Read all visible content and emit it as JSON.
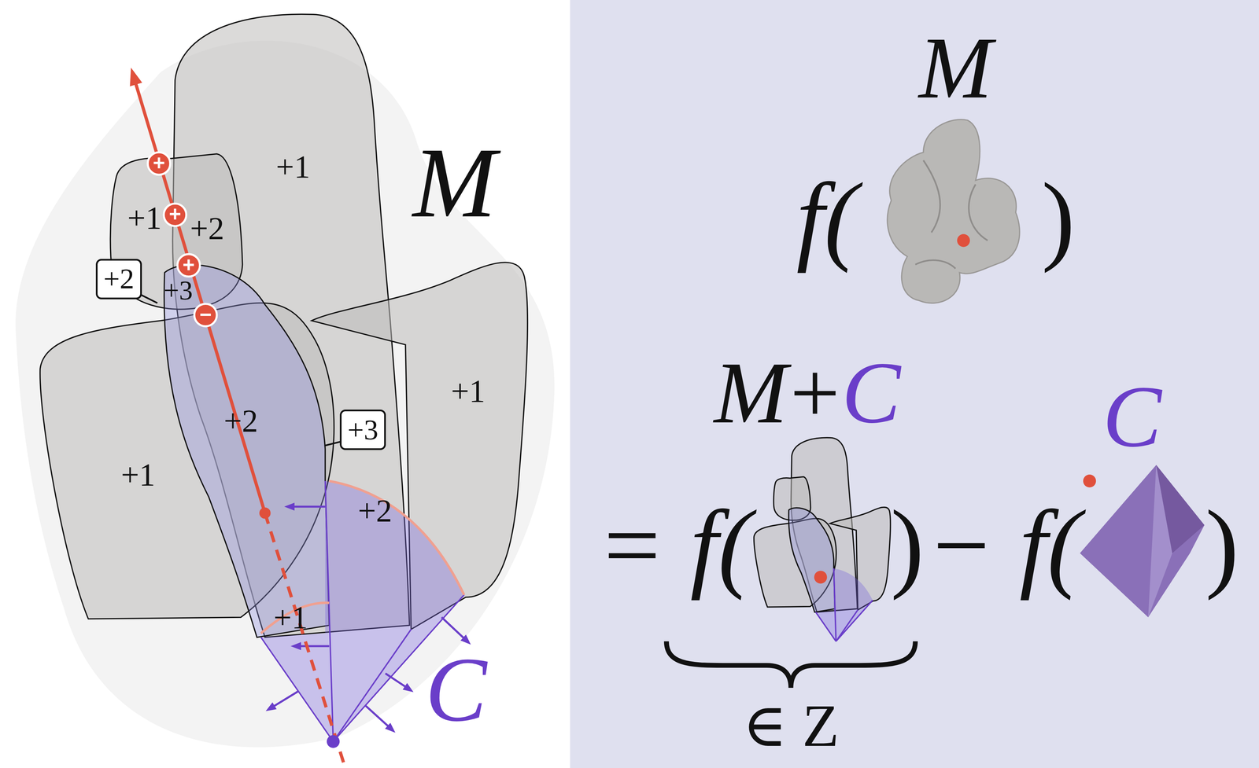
{
  "diagram": {
    "nodes": [
      {
        "text": [
          "+2"
        ]
      },
      {
        "text": [
          "+3"
        ]
      }
    ],
    "labels": [
      "+1",
      "M",
      "+",
      "+1",
      "+",
      "+2",
      "+",
      "+3",
      "−",
      "+1",
      "+2",
      "+1",
      "+2",
      "+1",
      "C",
      "M",
      "f(",
      ")",
      "M",
      "+",
      "C",
      "C",
      "= f(",
      ")",
      "− f(",
      ")",
      "∈ Z"
    ]
  }
}
